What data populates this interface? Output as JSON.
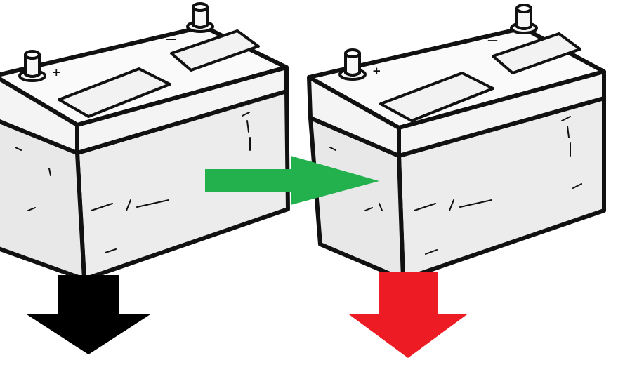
{
  "batteries": [
    {
      "name": "left-battery",
      "positive_label": "+",
      "negative_label": "—"
    },
    {
      "name": "right-battery",
      "positive_label": "+",
      "negative_label": "—"
    }
  ],
  "arrows": {
    "transfer": {
      "color": "#22b14c",
      "direction": "right"
    },
    "left_down": {
      "color": "#000000",
      "direction": "down"
    },
    "right_down": {
      "color": "#ed1c24",
      "direction": "down"
    }
  }
}
